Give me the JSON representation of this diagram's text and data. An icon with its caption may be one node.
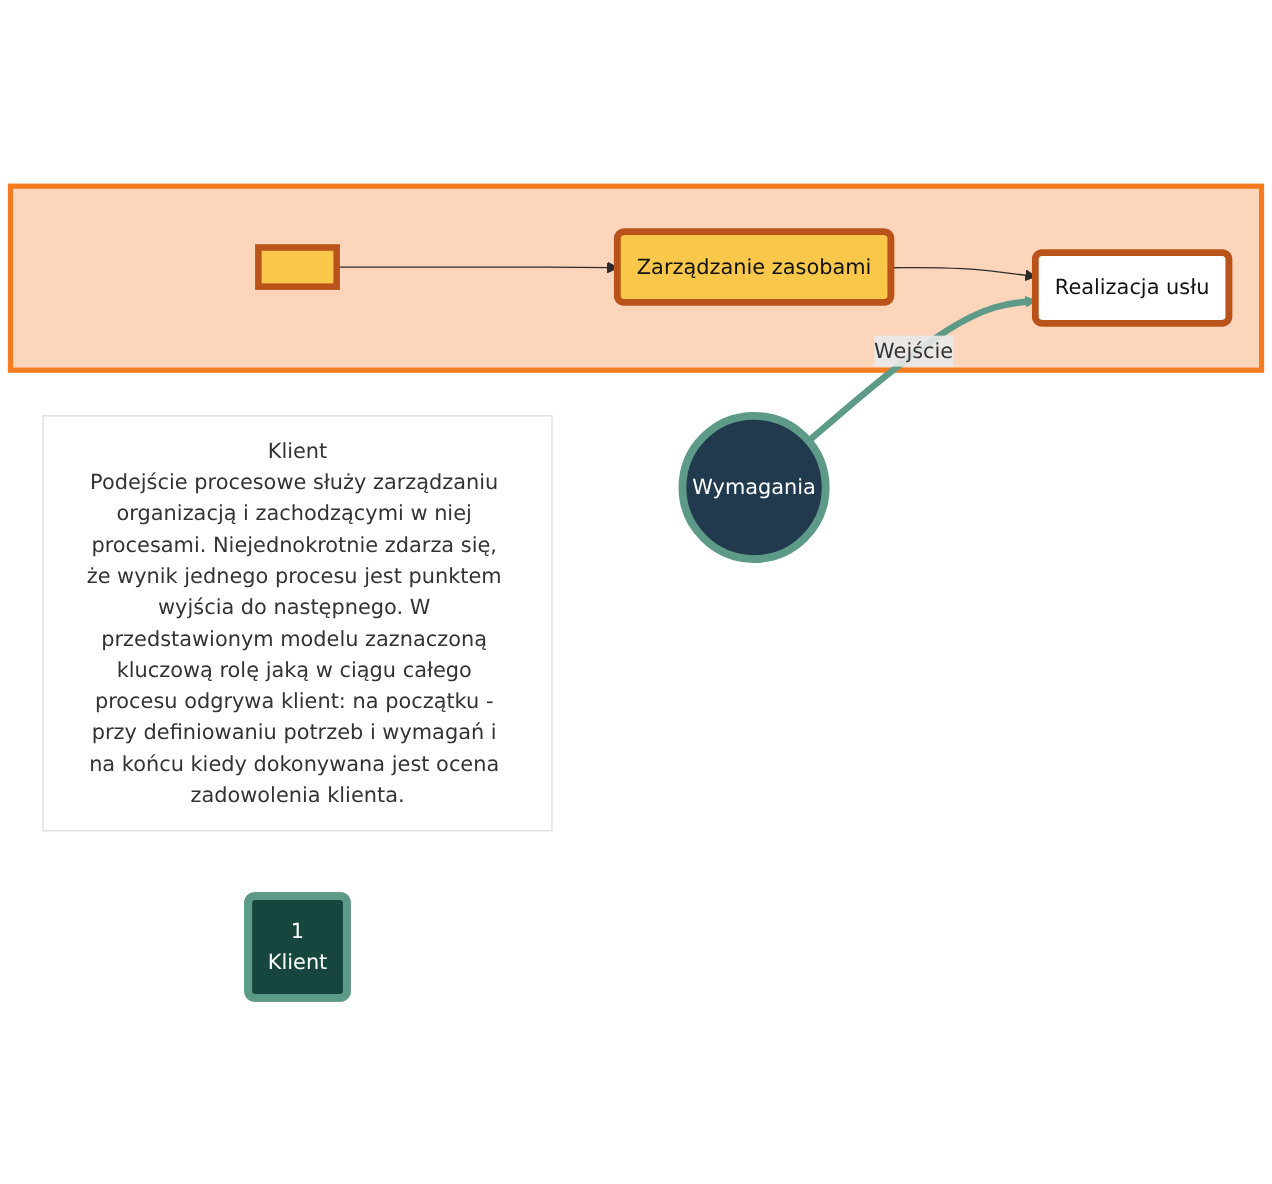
{
  "diagram": {
    "nodes": [
      {
        "text": [
          "Klient",
          "Podejście procesowe służy zarządzaniu organizacją i zachodzącymi w niej procesami. Niejednokrotnie zdarza się, że wynik jednego procesu jest punktem wyjścia do następnego. W przedstawionym modelu zaznaczoną kluczową rolę jaką w ciągu całego procesu odgrywa klient: na początku - przy definiowaniu potrzeb i wymagań i na końcu kiedy dokonywana jest ocena zadowolenia klienta."
        ]
      },
      {
        "text": [
          "1",
          "Klient"
        ]
      },
      {
        "text": [
          "Wymagania"
        ]
      },
      {
        "text": [],
        "shape": "box"
      },
      {
        "text": [],
        "shape": "box",
        "in": 3
      },
      {
        "text": [
          "Zarządzanie zasobami"
        ],
        "in": 3
      },
      {
        "text": [
          "Realizacja usłu"
        ],
        "in": 3
      }
    ],
    "edges": [
      {
        "from": 4,
        "to": 5,
        "arrow": "to"
      },
      {
        "from": 5,
        "to": 6,
        "arrow": "to"
      },
      {
        "from": 2,
        "to": 6,
        "arrow": "to",
        "label": "Wejście",
        "style": "thick",
        "color": "#5e9a88"
      }
    ]
  }
}
